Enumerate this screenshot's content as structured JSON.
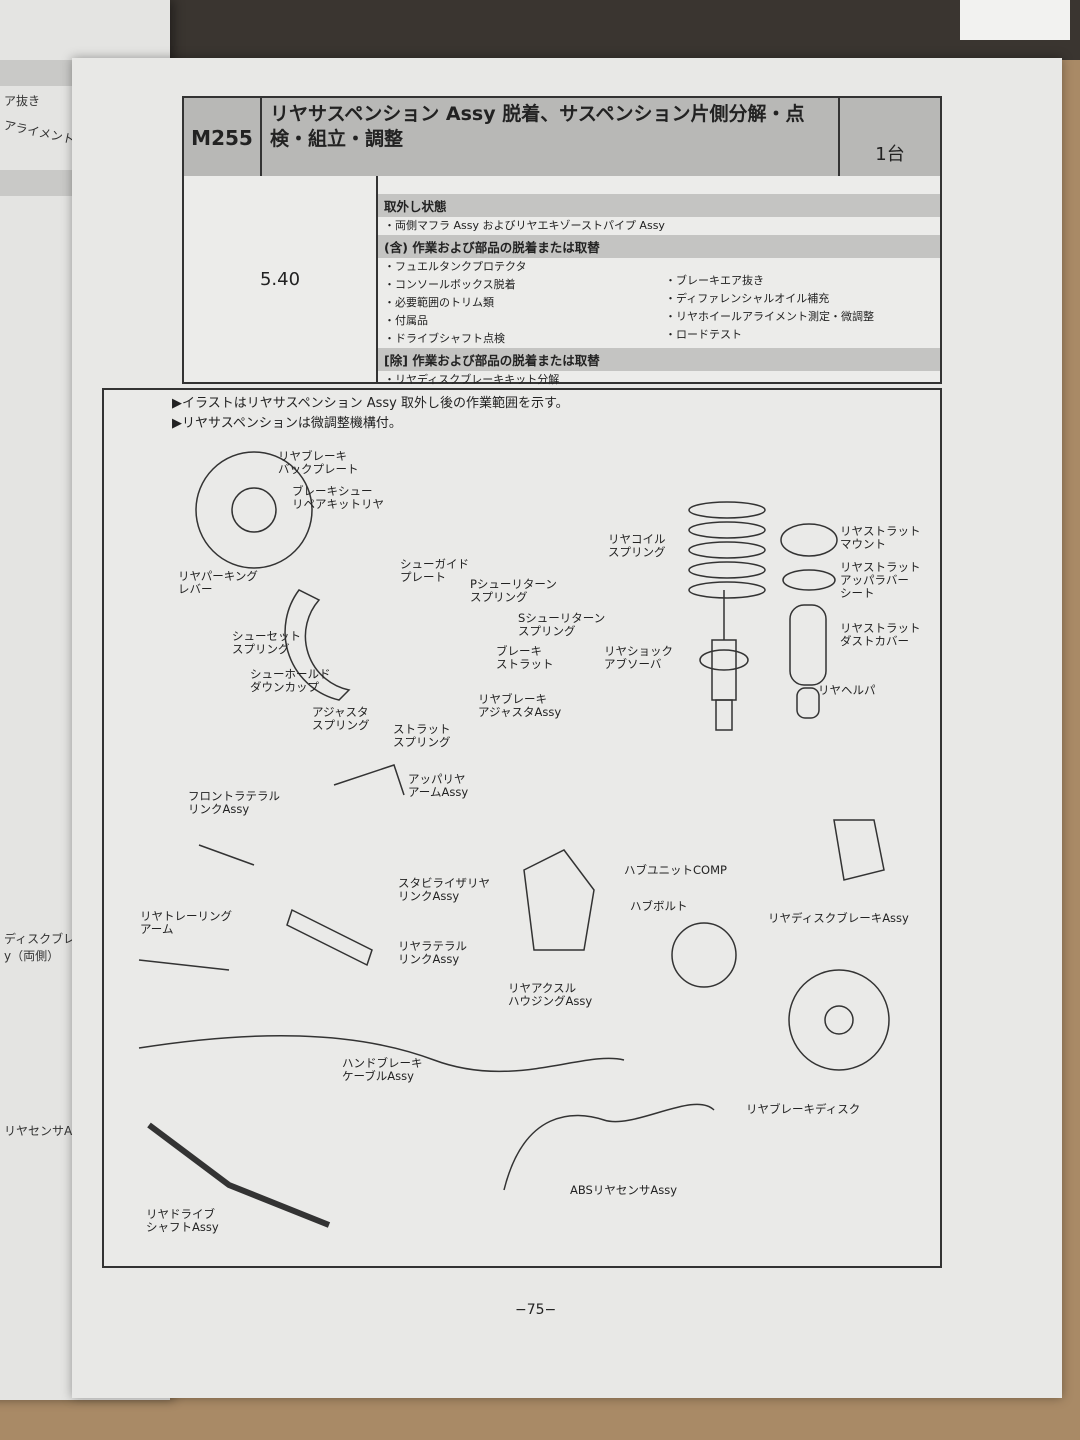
{
  "left_page": {
    "lines": [
      "ア抜き",
      "アライメント測定・微調整",
      "ディスクブレーキ\ny（両側）",
      "リヤセンサAssy"
    ]
  },
  "header": {
    "code": "M255",
    "title": "リヤサスペンション Assy 脱着、サスペンション片側分解・点検・組立・調整",
    "quantity": "1台"
  },
  "table": {
    "hours": "5.40",
    "removal_state": {
      "heading": "取外し状態",
      "items": [
        "・両側マフラ Assy およびリヤエキゾーストパイプ Assy"
      ]
    },
    "included": {
      "heading": "(含) 作業および部品の脱着または取替",
      "left_items": [
        "・フュエルタンクプロテクタ",
        "・コンソールボックス脱着",
        "・必要範囲のトリム類",
        "・付属品",
        "・ドライブシャフト点検"
      ],
      "right_items": [
        "・ブレーキエア抜き",
        "・ディファレンシャルオイル補充",
        "・リヤホイールアライメント測定・微調整",
        "・ロードテスト"
      ]
    },
    "excluded": {
      "heading": "[除] 作業および部品の脱着または取替",
      "items": [
        "・リヤディスクブレーキキット分解"
      ]
    }
  },
  "notes": [
    "▶イラストはリヤサスペンション Assy 取外し後の作業範囲を示す。",
    "▶リヤサスペンションは微調整機構付。"
  ],
  "labels": [
    "リヤブレーキ\nバックプレート",
    "ブレーキシュー\nリペアキットリヤ",
    "リヤパーキング\nレバー",
    "シューガイド\nプレート",
    "Pシューリターン\nスプリング",
    "Sシューリターン\nスプリング",
    "シューセット\nスプリング",
    "ブレーキ\nストラット",
    "シューホールド\nダウンカップ",
    "リヤブレーキ\nアジャスタAssy",
    "アジャスタ\nスプリング",
    "ストラット\nスプリング",
    "リヤコイル\nスプリング",
    "リヤストラット\nマウント",
    "リヤストラット\nアッパラバー\nシート",
    "リヤストラット\nダストカバー",
    "リヤショック\nアブソーバ",
    "リヤヘルパ",
    "アッパリヤ\nアームAssy",
    "フロントラテラル\nリンクAssy",
    "ハブユニットCOMP",
    "スタビライザリヤ\nリンクAssy",
    "ハブボルト",
    "リヤディスクブレーキAssy",
    "リヤトレーリング\nアーム",
    "リヤラテラル\nリンクAssy",
    "リヤアクスル\nハウジングAssy",
    "ハンドブレーキ\nケーブルAssy",
    "リヤブレーキディスク",
    "ABSリヤセンサAssy",
    "リヤドライブ\nシャフトAssy"
  ],
  "page_number": "−75−"
}
